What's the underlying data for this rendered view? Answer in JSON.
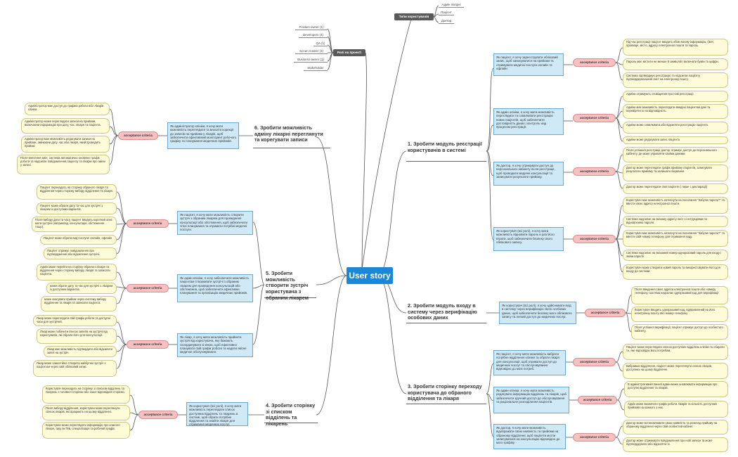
{
  "center": "User story",
  "top": {
    "user_types": {
      "label": "Типи користувачів",
      "items": [
        "Адмін лікарні",
        "Пацієнт",
        "Доктор"
      ]
    },
    "project_roles": {
      "label": "Ролі на проекті",
      "items": [
        "Product owner (1)",
        "Developers (4)",
        "QA (1)",
        "Scrum master (1)",
        "Business owner (1)",
        "Stakeholder"
      ]
    }
  },
  "acceptance_label": "acceptance criteria",
  "topics": {
    "t1": {
      "title": "1. Зробити модуль реєстрації користувачів в системі",
      "stories": [
        {
          "text": "Як пацієнт, я хочу зареєструвати обліковий запис, щоб записуватися на прийоми та отримувати медичні послуги онлайн та офлайн",
          "criteria": [
            "Під час реєстрації пацієнт вводить обов язкову інформацію, (ім'я, прізвище, місто, адресу електронної пошти та пароль.",
            "Пароль має містити не менше 8 символів і включати букви та цифри.",
            "Система підтверджує реєстрацію та надсилає пацієнту підтверджувальний лист на електронну пошту."
          ]
        },
        {
          "text": "Як адмін клініки, я хочу мати можливість переглядати та схвалювати реєстрацію нових пацієнтів, щоб забезпечити достовірність даних і контроль над процесом реєстрації.",
          "criteria": [
            "Адміни отримують сповіщення про нові реєстрації.",
            "Адміни має можливість переглядати введені пацієнтом дані та перевіряти їх на відповідність.",
            "Адміни може схвалювати або відхиляти реєстрацію пацієнта.",
            "Адміни може редагувати запис пацієнта"
          ]
        },
        {
          "text": "Як доктор, я хочу отримувати доступ до персонального кабінету після реєстрації, щоб проводити медичні консультації та записувати результати прийому.",
          "criteria": [
            "Після успішної реєстрації доктор отримує доступ до персонального кабінету, де може управляти своїми даними",
            "Доктор може переглядати графік прийому пацієнтів, записувати результати прийому та залишати лікування.",
            "Доктор може переглядати свої пацієнти ( лише с декларації)"
          ]
        },
        {
          "text": "Як користувач (всі ролі), я хочу мати можливість відновити пароль в разі його втрати, щоб забезпечити безпеку свого облікового запису.",
          "criteria": [
            "Користувач має можливість натиснути на посилання \"Забули пароль?\" та ввести свою адресу електронної пошти.",
            "Система надсилає на вказану адресу лист з інструкціями по відновленню пароля.",
            "Користувач має можливість натиснути на посилання \"Забули пароль?\" та ввести свій номер телефону для отримання коду.",
            "Система надсилає на вказаний номер одноразовий пароль для входу і зміни пароля.",
            "Користувач може створити новий пароль та використовувати його для входу до системи."
          ]
        }
      ]
    },
    "t2": {
      "title": "2. Зробити модуль входу в систему через верифікацію особових даних",
      "stories": [
        {
          "text": "Як користувач (всі ролі), я хочу здійснювати вхід в систему через верифікацію своїх особових даних, щоб забезпечити безпеку мого облікового запису та легкий доступ до медичних послуг.",
          "criteria": [
            "Після введення своєї адреси електронної пошти або номеру телефону, система надсилає одноразовий код для верифікації.",
            "Користувач вводить одноразовий код, відправлений на його електронну пошту або номер телефону",
            "Після успішної верифікації, пацієнт отримує доступ до особистого кабінету."
          ]
        }
      ]
    },
    "t3": {
      "title": "3. Зробити сторінку переходу користувача до обраного відділення та лікаря",
      "stories": [
        {
          "text": "Як пацієнт, я хочу мати можливість вибрати потрібне відділення клініки та обрати лікаря для консультації, щоб отримати доступ до медичних послуг та обслуговування відповідно до моїх потреб.",
          "criteria": [
            "Пацієнт може переглядати список доступних відділень клініки та обирати те, яке відповідає його потребам.",
            "Вибравши відділення, пацієнт може переглянути список лікарів, доступних на цьому відділенні."
          ]
        },
        {
          "text": "Як адмін клініки, я хочу мати можливість редагувати інформацію відділень та лікарів, щоб забезпечити зручний доступ до обслуговування та раціональне розподілення пацієнтів.",
          "criteria": [
            "В адміністративній панелі адмін може оновлювати інформацію про доступні відділення та лікарів.",
            "Адмін може визначати графік роботи лікарів та кількість доступних прийомів на кожного з них."
          ]
        },
        {
          "text": "Як доктор, я хочу мати можливість відображати свою наявність та прийоми на обраному відділенні, щоб пацієнти могли записуватися на консультацію відповідно до мого графіку.",
          "criteria": [
            "Доктор може встановлювати свою наявність та розклад прийому на обраному відділенні через свій особистий кабінет.",
            "Доктор може отримувати повідомлення про нові записи та може підтверджувати або відхиляти їх."
          ]
        }
      ]
    },
    "t4": {
      "title": "4. Зробити сторінку зі списком відділень та лікарень",
      "stories": [
        {
          "text": "Як користувач (всі ролі), я хочу мати можливість переглядати список доступних відділень та лікарень в системі, щоб обрати потрібне відділення та знайти лікаря для отримання медичних послуг.",
          "criteria": [
            "Користувач переходить на сторінку зі списком відділень та лікарень з головної сторінки або іншої відповідної сторінки.",
            "Після вибору відділення, користувач може переглянути список лікарів, які працюють на цьому відділенні.",
            "Користувач може переглядати інформацію про кожного лікаря, таку як ПІБ, спеціалізація та робочий графік."
          ]
        }
      ]
    },
    "t5": {
      "title": "5. Зробити можливість створити зустріч користувача з обраним лікарем",
      "stories": [
        {
          "text": "Як пацієнт, я хочу мати можливість створити зустріч з обраним лікарем для проведення консультації або обстеження, щоб забезпечити чітке планування та отримати потрібні медичні послуги.",
          "criteria": [
            "Пацієнт переходить на сторінку обраного лікаря та відділення через сторінку вибору відділення та лікаря.",
            "Пацієнт може обрати дату та час для зустрічі з лікарем із доступних варіантів.",
            "Після вибору дати та часу, пацієнт вводить короткий опис мети зустрічі (наприклад, консультація, обстеження тощо).",
            "Пацієнт може обрати вид послуги: онлайн, офлайн",
            "Пацієнт отримує повідомлення про підтвердження або відхилення зустрічі."
          ]
        },
        {
          "text": "Як адмін клініки, я хочу забезпечити можливість пацієнтам створювати зустрічі з обраним лікарем для проведення консультацій або обстеження, щоб забезпечити ефективне планування та організацію медичних прийомів.",
          "criteria": [
            "Адмін може перейти на сторінку обраного лікаря та відділення через сторінку вибору лікаря та записати пацієнта.",
            "може обрати дату та час для зустрічі з лікарем із доступних варіантів.",
            "може скасувати прийом через систему вибору відділення та лікаря та записати пацієнта."
          ]
        },
        {
          "text": "Як лікар, я хочу мати можливість прийняти зустріч від користувача, яку бажають скоординувати зі мною, щоб ефективно планувати свій графік роботи та надати якісне медичне обслуговування.",
          "criteria": [
            "Лікар може переглядати свій графік роботи та доступні часи для зустрічей.",
            "Лікар може побачити список запитів на зустрічі від користувачів, які обрали його для консультації.",
            "Лікар має можливість підтвердити або відхилити запит на зустріч.",
            "Лікар може самостійно створити найбутню зустріч з пацієнтом через свій обліковий запис"
          ]
        }
      ]
    },
    "t6": {
      "title": "6. Зробити можливість адміну лікарні переглянути та корегувати записи",
      "stories": [
        {
          "text": "Як адміністратор клініки, я хочу мати можливість переглядати та вносити корекції до записів на прийоми у лікарів, щоб забезпечити ефективний моніторинг робочого графіку та планування медичних прийомів.",
          "criteria": [
            "Адміністратор має доступ до графіка роботи всіх лікарів клініки.",
            "Адміністратор може переглядати записи на прийоми, включаючи інформацію про дату, час, лікаря та пацієнта.",
            "Адміністратор має можливість редагувати записи на прийоми, змінюючи дату, час або лікаря, який проводить прийом.",
            "Після внесення змін, система автоматично оновлює графік роботи та надсилає повідомлення пацієнту та лікарю про зміни у записі."
          ]
        }
      ]
    }
  }
}
